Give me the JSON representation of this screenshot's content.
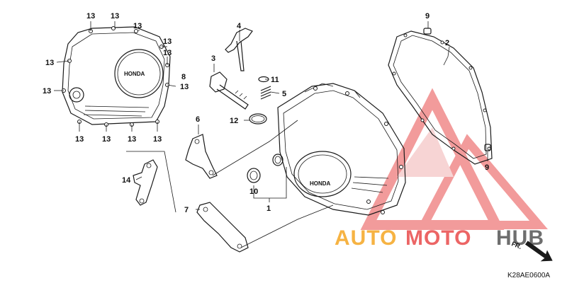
{
  "diagram": {
    "figure_code": "K28AE0600A",
    "direction_label": "FR.",
    "cover_brand": "HONDA",
    "callouts": {
      "c13": "13",
      "c9": "9",
      "c4": "4",
      "c3": "3",
      "c2": "2",
      "c8": "8",
      "c11": "11",
      "c5": "5",
      "c12": "12",
      "c6": "6",
      "c14": "14",
      "c7": "7",
      "c10": "10",
      "c1": "1"
    }
  },
  "watermark": {
    "part1": "AUTO",
    "part2": "MOTO",
    "part3": "HUB",
    "color_orange": "#f5a623",
    "color_red": "#e94b4b",
    "color_gray": "#555555"
  }
}
